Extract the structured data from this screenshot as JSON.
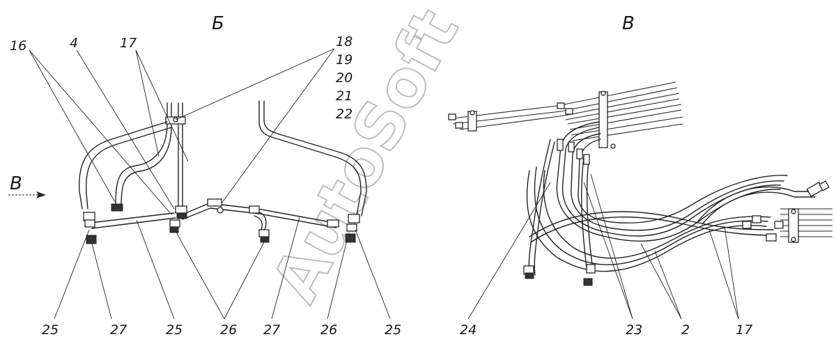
{
  "views": {
    "left_title": "Б",
    "right_title": "В",
    "arrow_label": "В"
  },
  "watermark": "AutoSoft",
  "labels": {
    "l16": "16",
    "l4": "4",
    "l17a": "17",
    "l18": "18",
    "l19": "19",
    "l20": "20",
    "l21": "21",
    "l22": "22",
    "b25a": "25",
    "b27a": "27",
    "b25b": "25",
    "b26a": "26",
    "b27b": "27",
    "b26b": "26",
    "b25c": "25",
    "b24": "24",
    "b23": "23",
    "b2": "2",
    "b17": "17"
  }
}
